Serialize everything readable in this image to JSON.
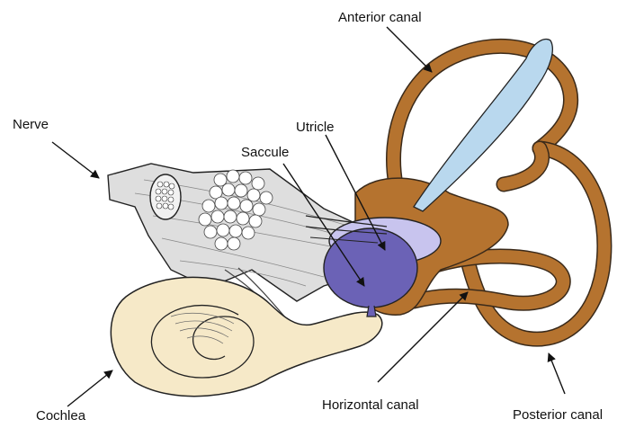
{
  "labels": {
    "anterior_canal": "Anterior canal",
    "nerve": "Nerve",
    "utricle": "Utricle",
    "saccule": "Saccule",
    "cochlea": "Cochlea",
    "horizontal_canal": "Horizontal canal",
    "posterior_canal": "Posterior canal"
  },
  "colors": {
    "canal": "#b5732f",
    "canal_outline": "#3a2a1a",
    "endolymph_duct": "#b9d8ee",
    "utricle": "#c8c4ee",
    "saccule": "#6b62b6",
    "cochlea": "#f6e9c8",
    "nerve": "#dedede",
    "outline": "#222222"
  }
}
